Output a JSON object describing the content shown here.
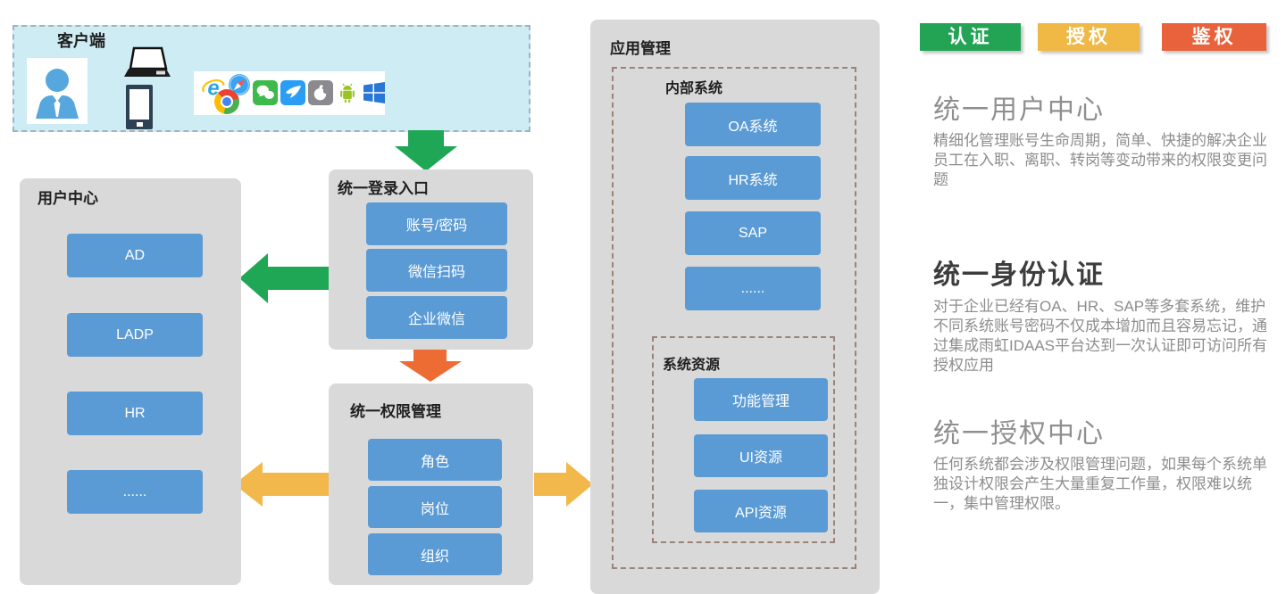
{
  "client": {
    "label": "客户端",
    "device_icons": [
      "user-icon",
      "laptop-icon",
      "smartphone-icon"
    ],
    "platform_icons": [
      "ie-icon",
      "safari-icon",
      "chrome-icon",
      "wechat-icon",
      "dingtalk-icon",
      "apple-icon",
      "android-icon",
      "windows-icon"
    ]
  },
  "user_center": {
    "title": "用户中心",
    "items": [
      "AD",
      "LADP",
      "HR",
      "......"
    ]
  },
  "login_entry": {
    "title": "统一登录入口",
    "items": [
      "账号/密码",
      "微信扫码",
      "企业微信"
    ]
  },
  "permission_mgmt": {
    "title": "统一权限管理",
    "items": [
      "角色",
      "岗位",
      "组织"
    ]
  },
  "app_mgmt": {
    "title": "应用管理",
    "internal_systems": {
      "title": "内部系统",
      "items": [
        "OA系统",
        "HR系统",
        "SAP",
        "......"
      ]
    },
    "system_resources": {
      "title": "系统资源",
      "items": [
        "功能管理",
        "UI资源",
        "API资源"
      ]
    }
  },
  "badges": [
    {
      "label": "认证",
      "color": "#23a455"
    },
    {
      "label": "授权",
      "color": "#f0b845"
    },
    {
      "label": "鉴权",
      "color": "#e8623b"
    }
  ],
  "sections": [
    {
      "title": "统一用户中心",
      "body": "精细化管理账号生命周期，简单、快捷的解决企业员工在入职、离职、转岗等变动带来的权限变更问题"
    },
    {
      "title": "统一身份认证",
      "body": "对于企业已经有OA、HR、SAP等多套系统，维护不同系统账号密码不仅成本增加而且容易忘记，通过集成雨虹IDAAS平台达到一次认证即可访问所有授权应用"
    },
    {
      "title": "统一授权中心",
      "body": "任何系统都会涉及权限管理问题，如果每个系统单独设计权限会产生大量重复工作量，权限难以统一，集中管理权限。"
    }
  ],
  "colors": {
    "panel_gray": "#d9d9d9",
    "box_blue": "#5b9bd5",
    "client_cyan": "#cdecf4",
    "arrow_green": "#1fa756",
    "arrow_orange": "#ed6c33",
    "arrow_yellow": "#f2b84b",
    "dashed_border": "#9b8377"
  }
}
